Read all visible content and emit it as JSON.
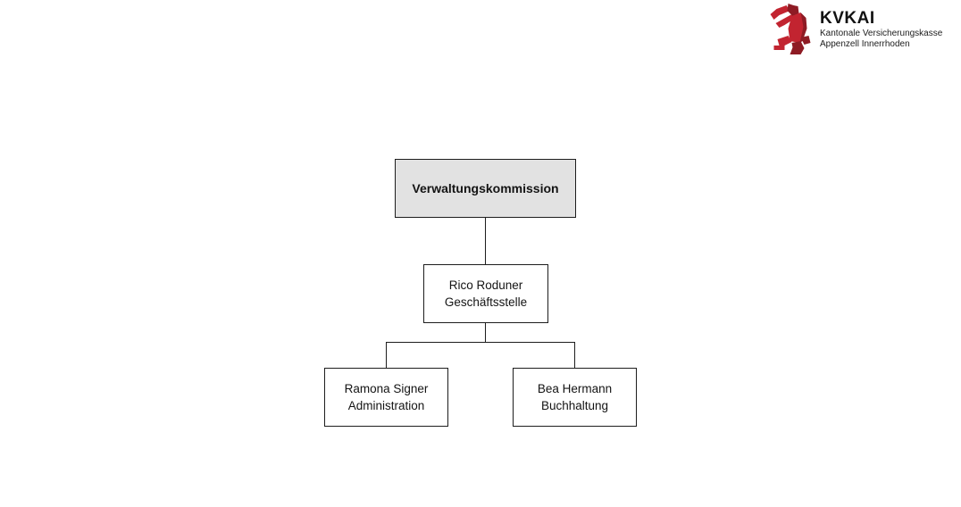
{
  "logo": {
    "brand": "KVKAI",
    "tagline": [
      "Kantonale Versicherungskasse",
      "Appenzell Innerrhoden"
    ],
    "icon": "appenzell-bear-icon"
  },
  "org_chart": {
    "root": {
      "title": "Verwaltungskommission"
    },
    "level2": {
      "name": "Rico Roduner",
      "role": "Geschäftsstelle"
    },
    "level3": [
      {
        "name": "Ramona Signer",
        "role": "Administration"
      },
      {
        "name": "Bea Hermann",
        "role": "Buchhaltung"
      }
    ]
  },
  "colors": {
    "root_box_fill": "#e2e2e2",
    "box_border": "#1d1d1d",
    "connector_line": "#1d1d1d",
    "text": "#141414",
    "bear_red": "#c22430",
    "bear_dark_red": "#8e1b24"
  }
}
